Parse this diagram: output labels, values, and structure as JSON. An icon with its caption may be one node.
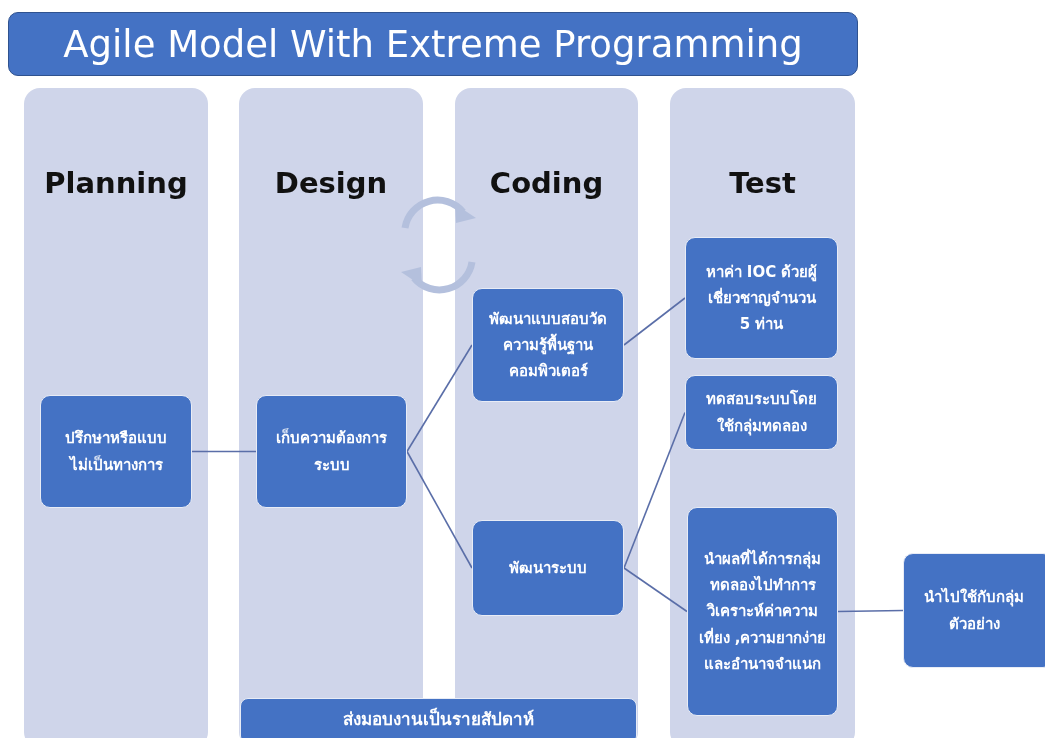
{
  "diagram": {
    "title": "Agile Model With Extreme Programming",
    "nodes": [
      {
        "text": [
          "Planning"
        ]
      },
      {
        "text": [
          "ปรึกษาหรือแบบไม่เป็นทางการ"
        ],
        "in": 0
      },
      {
        "text": [
          "Design"
        ]
      },
      {
        "text": [
          "เก็บความต้องการระบบ"
        ],
        "in": 2
      },
      {
        "text": [
          "Coding"
        ]
      },
      {
        "text": [
          "พัฒนาแบบสอบวัดความรู้พื้นฐานคอมพิวเตอร์"
        ],
        "in": 4
      },
      {
        "text": [
          "พัฒนาระบบ"
        ],
        "in": 4
      },
      {
        "text": [
          "Test"
        ]
      },
      {
        "text": [
          "หาค่า IOC ด้วยผู้เชี่ยวชาญจำนวน 5 ท่าน"
        ],
        "in": 7
      },
      {
        "text": [
          "ทดสอบระบบโดยใช้กลุ่มทดลอง"
        ],
        "in": 7
      },
      {
        "text": [
          "นำผลที่ได้การกลุ่มทดลองไปทำการวิเคราะห์ค่าความเที่ยง ,ความยากง่าย และอำนาจจำแนก"
        ],
        "in": 7
      },
      {
        "text": [
          "นำไปใช้กับกลุ่มตัวอย่าง"
        ]
      },
      {
        "text": [
          "ส่งมอบงานเป็นรายสัปดาห์"
        ]
      }
    ],
    "edges": [
      {
        "from": 1,
        "to": 3,
        "arrow": "none"
      },
      {
        "from": 3,
        "to": 5,
        "arrow": "none"
      },
      {
        "from": 3,
        "to": 6,
        "arrow": "none"
      },
      {
        "from": 5,
        "to": 8,
        "arrow": "none"
      },
      {
        "from": 6,
        "to": 9,
        "arrow": "none"
      },
      {
        "from": 6,
        "to": 10,
        "arrow": "none"
      },
      {
        "from": 10,
        "to": 11,
        "arrow": "none"
      }
    ]
  }
}
